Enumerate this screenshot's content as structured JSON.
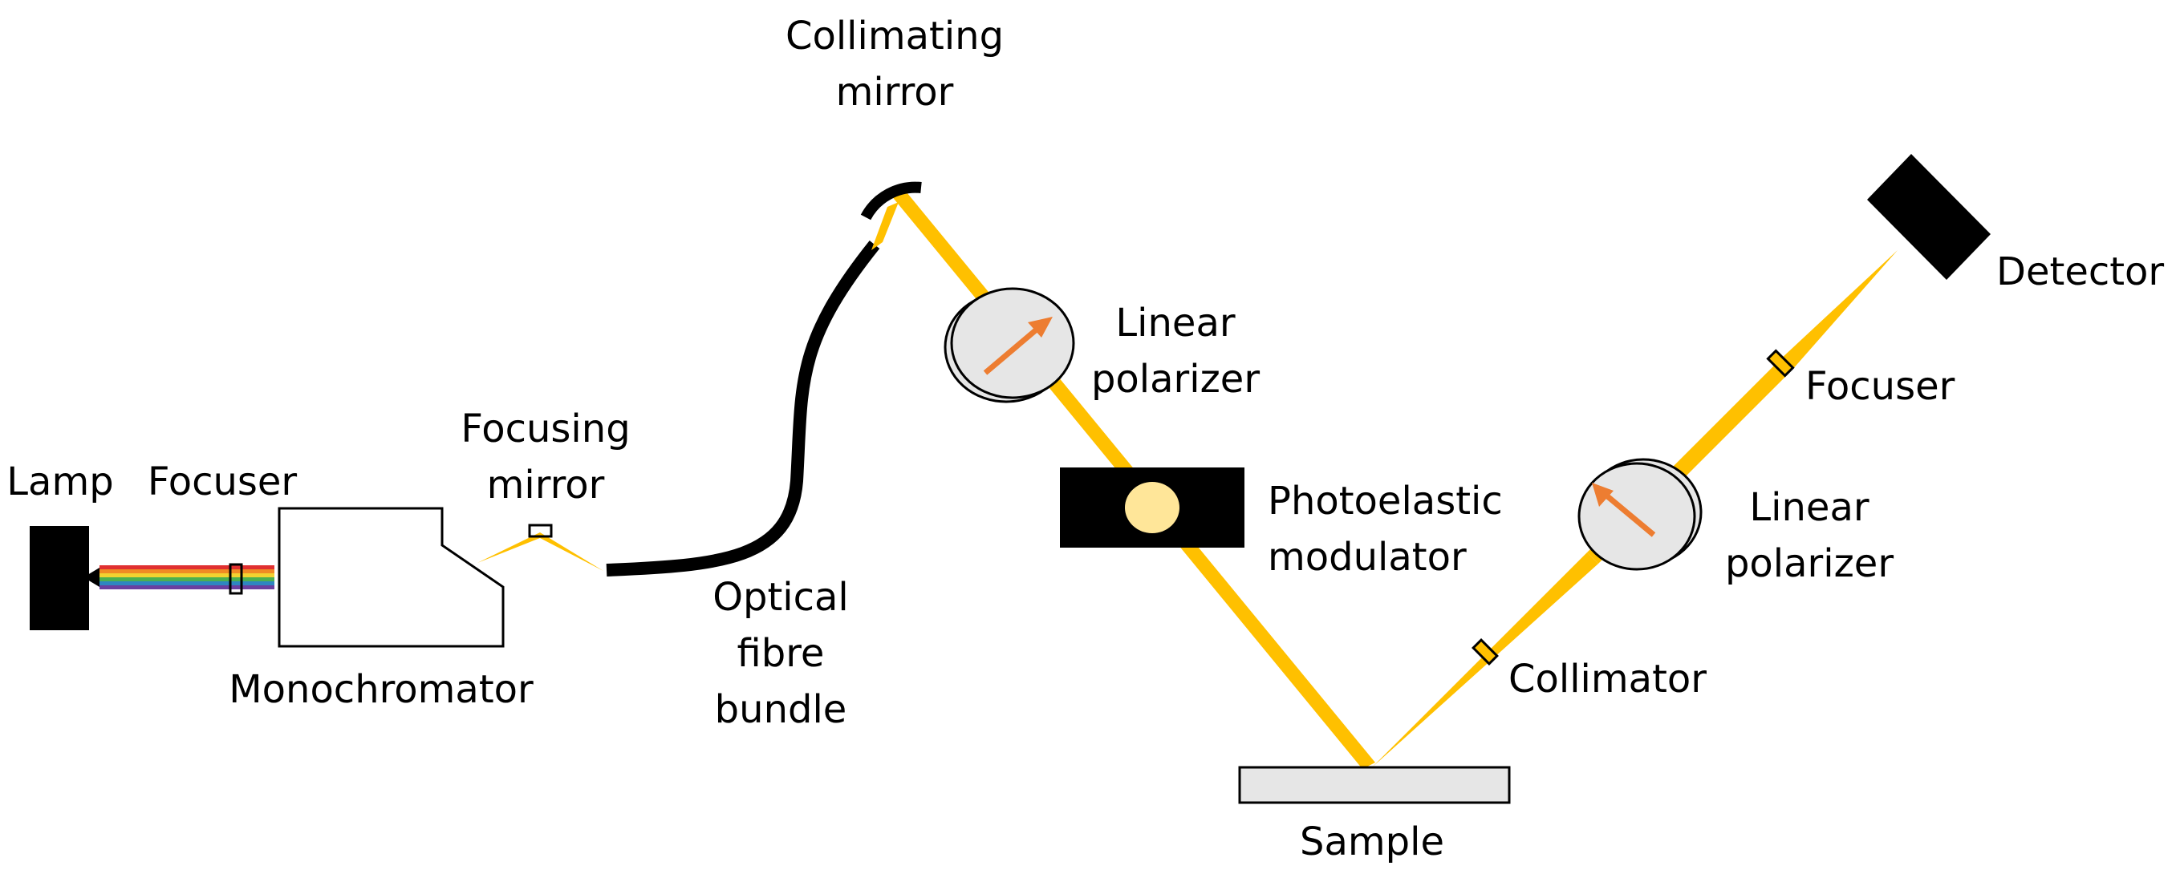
{
  "labels": {
    "lamp": "Lamp",
    "focuser_left": "Focuser",
    "focusing_mirror": [
      "Focusing",
      "mirror"
    ],
    "monochromator": "Monochromator",
    "optical_fibre": [
      "Optical",
      "fibre",
      "bundle"
    ],
    "collimating_mirror": [
      "Collimating",
      "mirror"
    ],
    "linear_polarizer_1": [
      "Linear",
      "polarizer"
    ],
    "photoelastic_modulator": [
      "Photoelastic",
      "modulator"
    ],
    "sample": "Sample",
    "collimator": "Collimator",
    "linear_polarizer_2": [
      "Linear",
      "polarizer"
    ],
    "focuser_right": "Focuser",
    "detector": "Detector"
  },
  "colors": {
    "beam": "#FFC000",
    "component": "#000000",
    "polarizer_fill": "#E6E6E6",
    "arrow": "#ED7D31",
    "modulator_window": "#FFE699",
    "sample_fill": "#E6E6E6",
    "spectrum": [
      "#E03030",
      "#F08A24",
      "#F2D230",
      "#4CAF50",
      "#2E86C1",
      "#6A3FA0"
    ]
  }
}
